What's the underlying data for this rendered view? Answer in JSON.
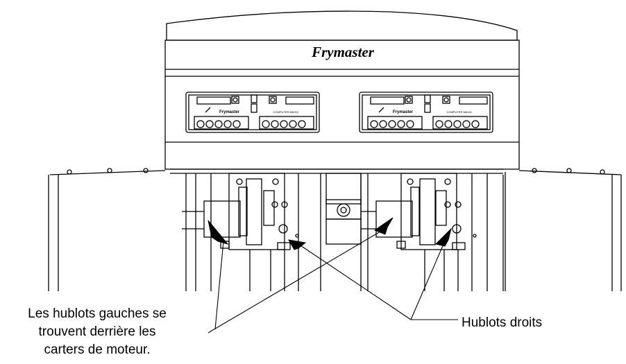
{
  "brand": "Frymaster",
  "controller_brand": "Frymaster",
  "controller_label": "COMPUTER MAGIC",
  "callouts": {
    "left_lines": [
      "Les hublots gauches se",
      "trouvent derrière les",
      "carters de moteur."
    ],
    "right": "Hublots droits"
  }
}
